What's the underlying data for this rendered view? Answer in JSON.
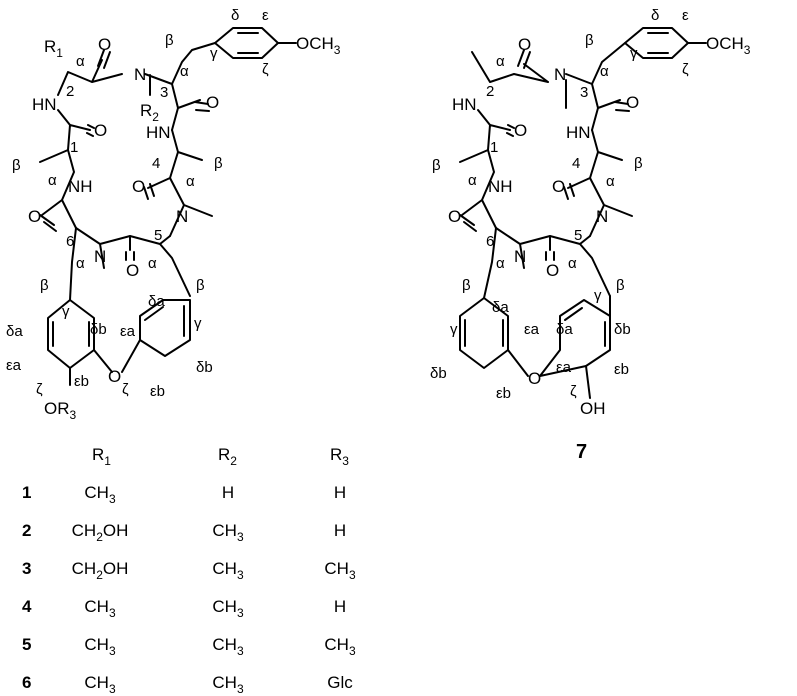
{
  "structure_a": {
    "atoms": {
      "r1": "R",
      "r1_sub": "1",
      "r2": "R",
      "r2_sub": "2",
      "or3": "OR",
      "or3_sub": "3",
      "o": "O",
      "n": "N",
      "hn": "HN",
      "nh": "NH",
      "och3": "OCH",
      "och3_sub": "3"
    },
    "positions": [
      "1",
      "2",
      "3",
      "4",
      "5",
      "6"
    ],
    "greek": {
      "alpha": "α",
      "beta": "β",
      "gamma": "γ",
      "delta": "δ",
      "epsilon": "ε",
      "zeta": "ζ",
      "delta_a": "δa",
      "delta_b": "δb",
      "epsilon_a": "εa",
      "epsilon_b": "εb"
    }
  },
  "structure_b": {
    "compound_number": "7",
    "atoms": {
      "oh": "OH",
      "och3": "OCH",
      "och3_sub": "3"
    }
  },
  "substituent_table": {
    "headers": [
      {
        "base": "R",
        "sub": "1"
      },
      {
        "base": "R",
        "sub": "2"
      },
      {
        "base": "R",
        "sub": "3"
      }
    ],
    "rows": [
      {
        "compound": "1",
        "r1": {
          "text": "CH",
          "sub": "3",
          "tail": ""
        },
        "r2": {
          "text": "H",
          "sub": "",
          "tail": ""
        },
        "r3": {
          "text": "H",
          "sub": "",
          "tail": ""
        }
      },
      {
        "compound": "2",
        "r1": {
          "text": "CH",
          "sub": "2",
          "tail": "OH"
        },
        "r2": {
          "text": "CH",
          "sub": "3",
          "tail": ""
        },
        "r3": {
          "text": "H",
          "sub": "",
          "tail": ""
        }
      },
      {
        "compound": "3",
        "r1": {
          "text": "CH",
          "sub": "2",
          "tail": "OH"
        },
        "r2": {
          "text": "CH",
          "sub": "3",
          "tail": ""
        },
        "r3": {
          "text": "CH",
          "sub": "3",
          "tail": ""
        }
      },
      {
        "compound": "4",
        "r1": {
          "text": "CH",
          "sub": "3",
          "tail": ""
        },
        "r2": {
          "text": "CH",
          "sub": "3",
          "tail": ""
        },
        "r3": {
          "text": "H",
          "sub": "",
          "tail": ""
        }
      },
      {
        "compound": "5",
        "r1": {
          "text": "CH",
          "sub": "3",
          "tail": ""
        },
        "r2": {
          "text": "CH",
          "sub": "3",
          "tail": ""
        },
        "r3": {
          "text": "CH",
          "sub": "3",
          "tail": ""
        }
      },
      {
        "compound": "6",
        "r1": {
          "text": "CH",
          "sub": "3",
          "tail": ""
        },
        "r2": {
          "text": "CH",
          "sub": "3",
          "tail": ""
        },
        "r3": {
          "text": "Glc",
          "sub": "",
          "tail": ""
        }
      }
    ]
  }
}
